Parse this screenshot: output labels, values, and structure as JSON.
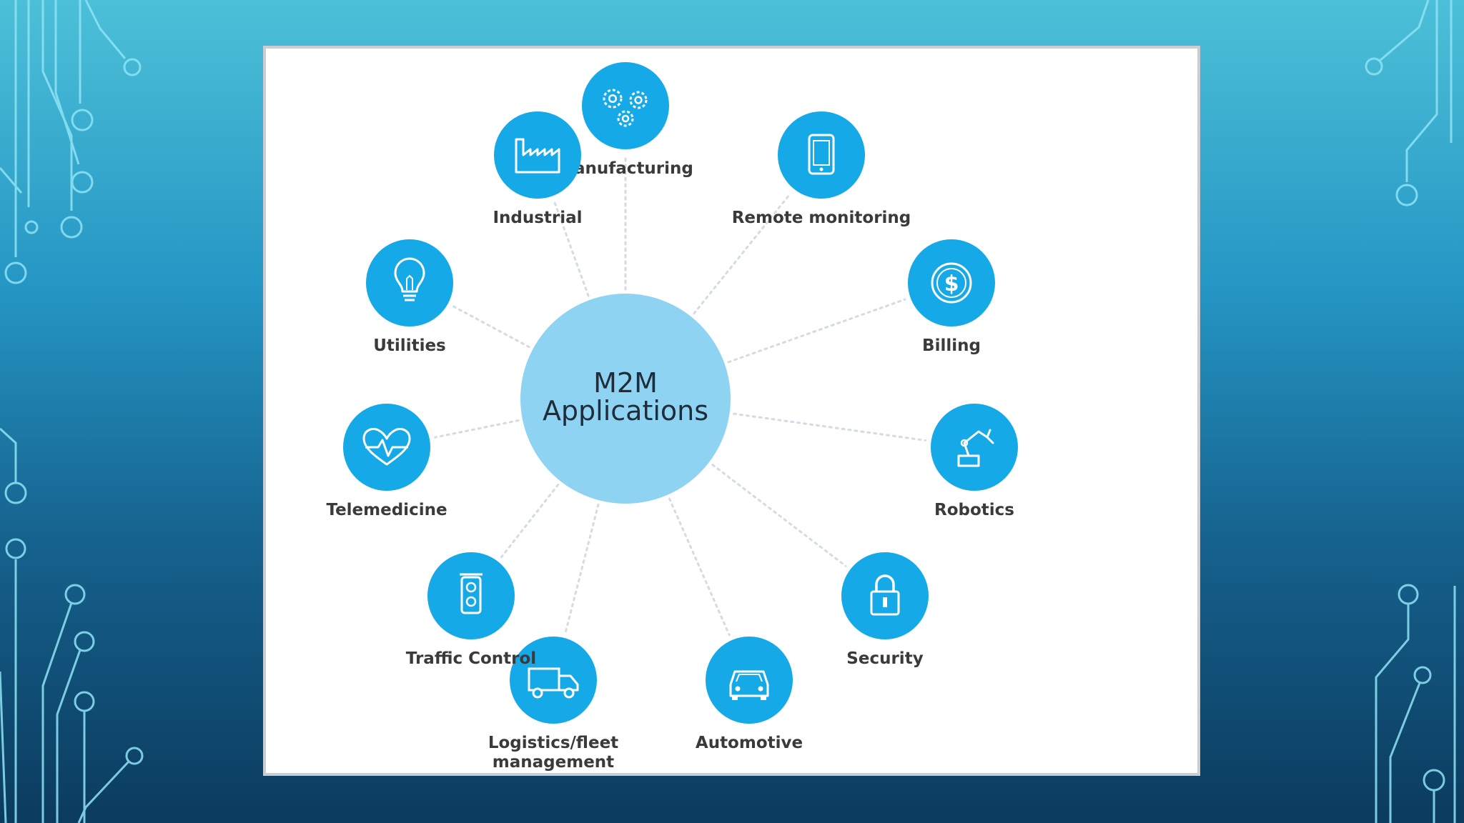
{
  "hub": {
    "line1": "M2M",
    "line2": "Applications"
  },
  "nodes": [
    {
      "id": "manufacturing",
      "icon": "gears-icon",
      "lines": [
        "Manufacturing"
      ]
    },
    {
      "id": "remote-monitoring",
      "icon": "tablet-icon",
      "lines": [
        "Remote monitoring"
      ]
    },
    {
      "id": "billing",
      "icon": "dollar-icon",
      "lines": [
        "Billing"
      ]
    },
    {
      "id": "robotics",
      "icon": "robot-arm-icon",
      "lines": [
        "Robotics"
      ]
    },
    {
      "id": "security",
      "icon": "lock-icon",
      "lines": [
        "Security"
      ]
    },
    {
      "id": "automotive",
      "icon": "car-icon",
      "lines": [
        "Automotive"
      ]
    },
    {
      "id": "logistics",
      "icon": "truck-icon",
      "lines": [
        "Logistics/fleet",
        "management"
      ]
    },
    {
      "id": "traffic-control",
      "icon": "traffic-light-icon",
      "lines": [
        "Traffic Control"
      ]
    },
    {
      "id": "telemedicine",
      "icon": "heart-pulse-icon",
      "lines": [
        "Telemedicine"
      ]
    },
    {
      "id": "utilities",
      "icon": "lightbulb-icon",
      "lines": [
        "Utilities"
      ]
    },
    {
      "id": "industrial",
      "icon": "factory-icon",
      "lines": [
        "Industrial"
      ]
    }
  ],
  "colors": {
    "node_fill": "#15a9e8",
    "hub_fill": "#8fd3f2",
    "connector": "#d3dbe3",
    "icon_stroke": "#ffffff",
    "circuit": "#8fe4f5"
  }
}
